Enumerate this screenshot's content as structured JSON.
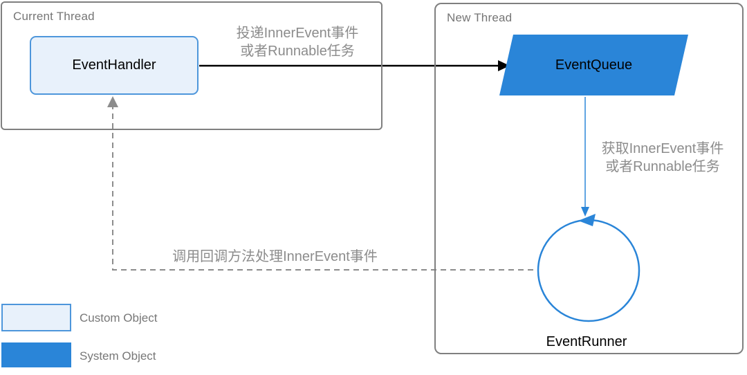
{
  "diagram": {
    "current_thread": {
      "title": "Current Thread",
      "node_label": "EventHandler"
    },
    "new_thread": {
      "title": "New Thread",
      "queue_label": "EventQueue",
      "runner_label": "EventRunner"
    },
    "captions": {
      "post_line1": "投递InnerEvent事件",
      "post_line2": "或者Runnable任务",
      "fetch_line1": "获取InnerEvent事件",
      "fetch_line2": "或者Runnable任务",
      "callback": "调用回调方法处理InnerEvent事件"
    },
    "legend": [
      {
        "label": "Custom Object",
        "style": "light-blue-outlined"
      },
      {
        "label": "System Object",
        "style": "solid-blue"
      }
    ],
    "colors": {
      "system_blue": "#2a85d8",
      "custom_fill": "#e8f1fb",
      "custom_border": "#4d96db",
      "container_border": "#7f7f7f",
      "caption_gray": "#8c8c8c",
      "arrow_black": "#000000"
    }
  }
}
